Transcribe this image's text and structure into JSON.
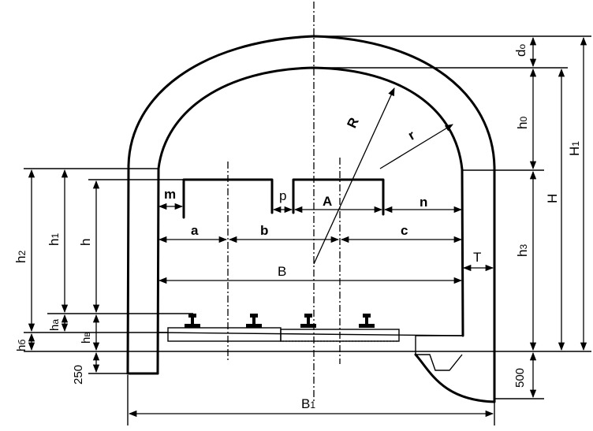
{
  "labels": {
    "d0": "d",
    "d0_sub": "o",
    "h0": "h",
    "h0_sub": "0",
    "H1": "H",
    "H1_sub": "1",
    "H": "H",
    "h3": "h",
    "h3_sub": "3",
    "R": "R",
    "r": "r",
    "m": "m",
    "p": "p",
    "A": "A",
    "n": "n",
    "a": "a",
    "b": "b",
    "c": "c",
    "B": "B",
    "T": "T",
    "h1": "h",
    "h1_sub": "1",
    "h": "h",
    "h2": "h",
    "h2_sub": "2",
    "ha": "h",
    "ha_sub": "a",
    "hv": "h",
    "hv_sub": "в",
    "h6": "h",
    "h6_sub": "б",
    "d250": "250",
    "d500": "500",
    "B1": "B",
    "B1_sub": "1"
  }
}
